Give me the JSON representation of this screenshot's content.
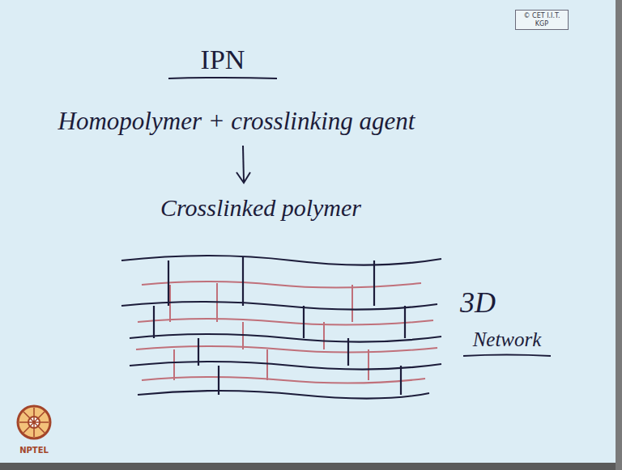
{
  "diagram": {
    "title": "IPN",
    "nodes": [
      {
        "text": [
          "© CET I.I.T. KGP"
        ]
      }
    ],
    "labels": [
      "Homopolymer + crosslinking agent",
      "Crosslinked polymer",
      "3D",
      "Network",
      "NPTEL"
    ]
  }
}
